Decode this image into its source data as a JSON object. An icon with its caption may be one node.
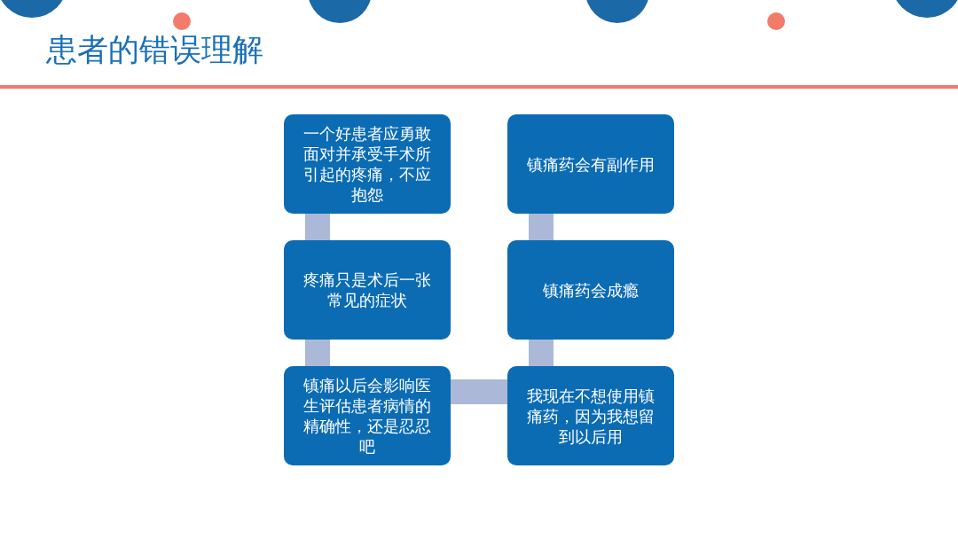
{
  "diagram": {
    "title": "患者的错误理解",
    "nodes": [
      {
        "text": [
          "一个好患者应勇敢面对并承受手术所引起的疼痛，不应抱怨"
        ]
      },
      {
        "text": [
          "镇痛药会有副作用"
        ]
      },
      {
        "text": [
          "疼痛只是术后一张常见的症状"
        ]
      },
      {
        "text": [
          "镇痛药会成瘾"
        ]
      },
      {
        "text": [
          "镇痛以后会影响医生评估患者病情的精确性，还是忍忍吧"
        ]
      },
      {
        "text": [
          "我现在不想使用镇痛药，因为我想留到以后用"
        ]
      }
    ],
    "edges": [
      {
        "from": 0,
        "to": 2,
        "arrow": "none"
      },
      {
        "from": 2,
        "to": 4,
        "arrow": "none"
      },
      {
        "from": 4,
        "to": 5,
        "arrow": "none"
      },
      {
        "from": 5,
        "to": 3,
        "arrow": "none"
      },
      {
        "from": 3,
        "to": 1,
        "arrow": "none"
      }
    ]
  }
}
